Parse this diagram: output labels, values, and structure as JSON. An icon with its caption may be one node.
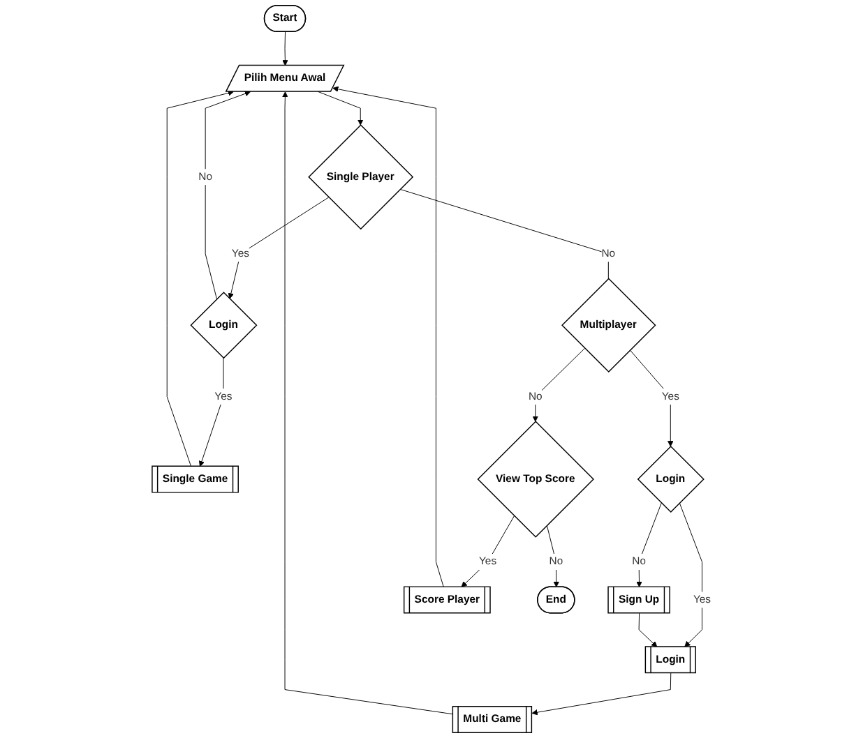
{
  "diagram": {
    "nodes": [
      {
        "text": [
          "Start"
        ]
      },
      {
        "text": [
          "Pilih Menu Awal"
        ]
      },
      {
        "text": [
          "Single Player"
        ]
      },
      {
        "text": [
          "Login"
        ]
      },
      {
        "text": [
          "Single Game"
        ]
      },
      {
        "text": [
          "Multiplayer"
        ]
      },
      {
        "text": [
          "Login"
        ]
      },
      {
        "text": [
          "Login"
        ]
      },
      {
        "text": [
          "Multi Game"
        ]
      },
      {
        "text": [
          "Sign Up"
        ]
      },
      {
        "text": [
          "View Top Score"
        ]
      },
      {
        "text": [
          "Score Player"
        ]
      },
      {
        "text": [
          "End"
        ]
      }
    ],
    "edges": [
      {
        "from": 0,
        "to": 1,
        "arrow": "to"
      },
      {
        "from": 1,
        "to": 2,
        "arrow": "to"
      },
      {
        "from": 2,
        "to": 3,
        "label": "Yes",
        "arrow": "to"
      },
      {
        "from": 3,
        "to": 4,
        "label": "Yes",
        "arrow": "to"
      },
      {
        "from": 3,
        "to": 1,
        "label": "No",
        "arrow": "to"
      },
      {
        "from": 4,
        "to": 1,
        "arrow": "to"
      },
      {
        "from": 2,
        "to": 5,
        "label": "No",
        "arrow": "none"
      },
      {
        "from": 5,
        "to": 6,
        "label": "Yes",
        "arrow": "to"
      },
      {
        "from": 6,
        "to": 7,
        "label": "Yes",
        "arrow": "to"
      },
      {
        "from": 6,
        "to": 9,
        "label": "No",
        "arrow": "to"
      },
      {
        "from": 9,
        "to": 7,
        "arrow": "to"
      },
      {
        "from": 7,
        "to": 8,
        "arrow": "to"
      },
      {
        "from": 8,
        "to": 1,
        "arrow": "to"
      },
      {
        "from": 5,
        "to": 10,
        "label": "No",
        "arrow": "to"
      },
      {
        "from": 10,
        "to": 11,
        "label": "Yes",
        "arrow": "to"
      },
      {
        "from": 11,
        "to": 1,
        "arrow": "to"
      },
      {
        "from": 10,
        "to": 12,
        "label": "No",
        "arrow": "to"
      }
    ]
  }
}
